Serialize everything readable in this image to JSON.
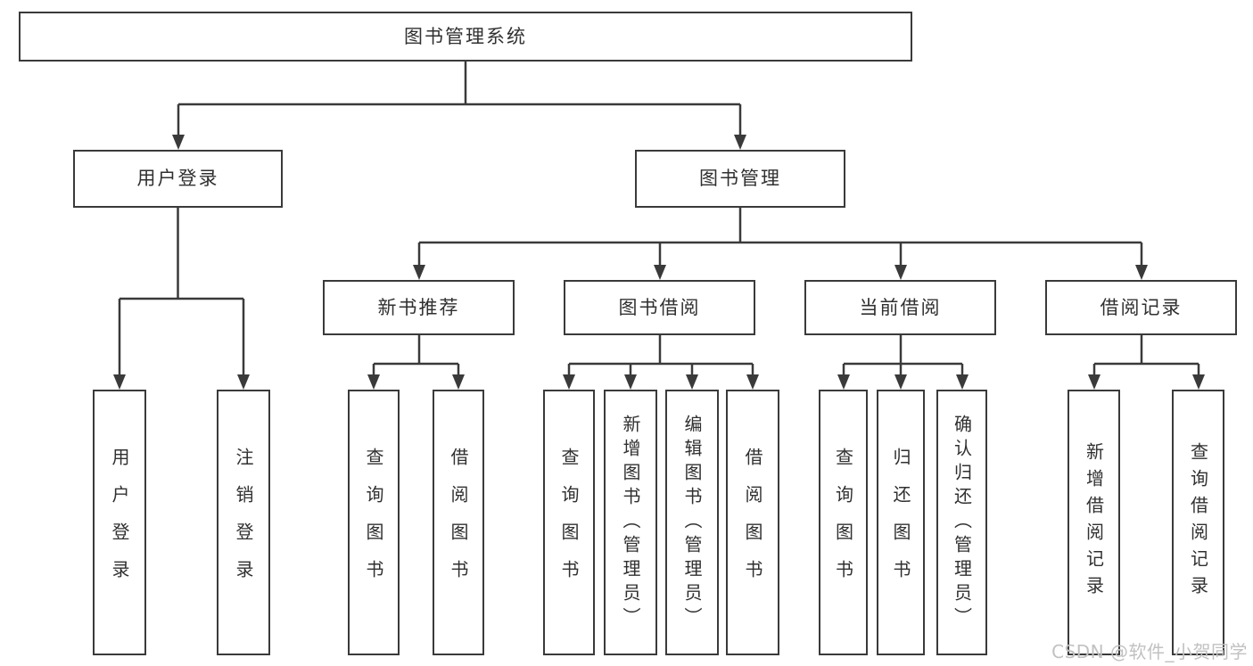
{
  "diagram_title": "图书管理系统",
  "tree": {
    "label": "图书管理系统",
    "children": [
      {
        "label": "用户登录",
        "children": [
          {
            "label": "用户登录"
          },
          {
            "label": "注销登录"
          }
        ]
      },
      {
        "label": "图书管理",
        "children": [
          {
            "label": "新书推荐",
            "children": [
              {
                "label": "查询图书"
              },
              {
                "label": "借阅图书"
              }
            ]
          },
          {
            "label": "图书借阅",
            "children": [
              {
                "label": "查询图书"
              },
              {
                "label": "新增图书（管理员）"
              },
              {
                "label": "编辑图书（管理员）"
              },
              {
                "label": "借阅图书"
              }
            ]
          },
          {
            "label": "当前借阅",
            "children": [
              {
                "label": "查询图书"
              },
              {
                "label": "归还图书"
              },
              {
                "label": "确认归还（管理员）"
              }
            ]
          },
          {
            "label": "借阅记录",
            "children": [
              {
                "label": "新增借阅记录"
              },
              {
                "label": "查询借阅记录"
              }
            ]
          }
        ]
      }
    ]
  },
  "watermark": {
    "text": "CSDN @软件_小贺同学"
  },
  "colors": {
    "line": "#3a3a3a",
    "text": "#303030",
    "watermark": "#c1c1c1",
    "background": "#ffffff"
  }
}
